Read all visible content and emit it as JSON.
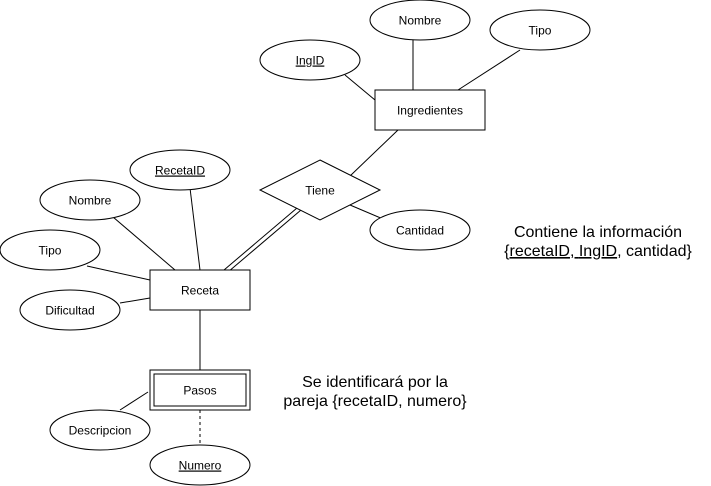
{
  "entities": {
    "ingredientes": "Ingredientes",
    "receta": "Receta",
    "pasos": "Pasos"
  },
  "relationships": {
    "tiene": "Tiene"
  },
  "attributes": {
    "ing_nombre": "Nombre",
    "ing_tipo": "Tipo",
    "ing_id": "IngID",
    "receta_id": "RecetaID",
    "receta_nombre": "Nombre",
    "receta_tipo": "Tipo",
    "receta_dificultad": "Dificultad",
    "tiene_cantidad": "Cantidad",
    "pasos_descripcion": "Descripcion",
    "pasos_numero": "Numero"
  },
  "notes": {
    "contiene_line1": "Contiene la información",
    "contiene_brace_open": "{",
    "contiene_recetaid": "recetaID",
    "contiene_sep": ", ",
    "contiene_ingid": "IngID",
    "contiene_rest": ", cantidad}",
    "identifica_line1": "Se identificará por la",
    "identifica_line2": "pareja {recetaID, numero}"
  },
  "colors": {
    "stroke": "#000000",
    "fill": "#ffffff"
  }
}
